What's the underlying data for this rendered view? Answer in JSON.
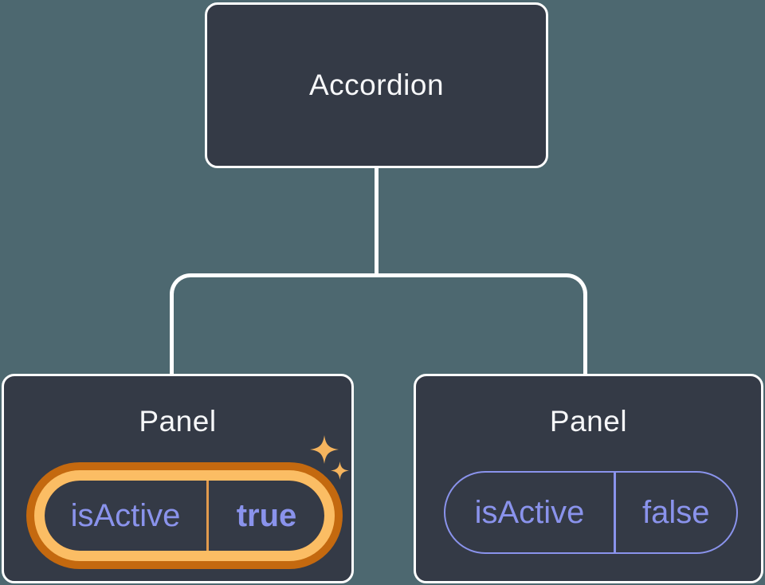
{
  "diagram": {
    "root": {
      "label": "Accordion"
    },
    "panels": [
      {
        "title": "Panel",
        "prop_name": "isActive",
        "prop_value": "true",
        "highlighted": true
      },
      {
        "title": "Panel",
        "prop_name": "isActive",
        "prop_value": "false",
        "highlighted": false
      }
    ]
  },
  "icons": {
    "sparkle_large": "sparkle-icon",
    "sparkle_small": "sparkle-icon"
  },
  "colors": {
    "background": "#4D6870",
    "node_fill": "#343A46",
    "node_border": "#FFFFFF",
    "node_text": "#F6F7F9",
    "state_purple": "#8A93EC",
    "highlight_gold": "#FBBD64",
    "highlight_orange": "#C4690F",
    "highlight_divider": "#E19A4D",
    "sparkle_gold": "#F5B45E"
  }
}
